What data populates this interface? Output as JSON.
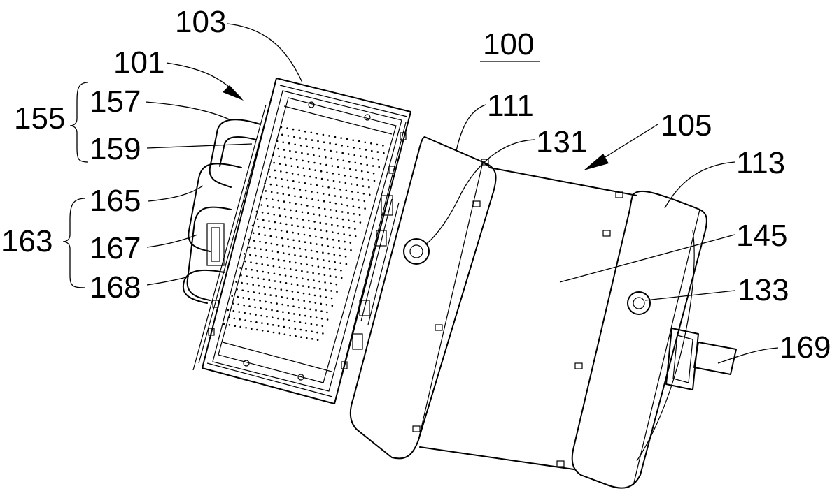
{
  "figure": {
    "assembly_label": "100",
    "labels": {
      "l103": "103",
      "l101": "101",
      "l157": "157",
      "l155": "155",
      "l159": "159",
      "l165": "165",
      "l163": "163",
      "l167": "167",
      "l168": "168",
      "l111": "111",
      "l131": "131",
      "l105": "105",
      "l113": "113",
      "l145": "145",
      "l133": "133",
      "l169": "169"
    }
  }
}
